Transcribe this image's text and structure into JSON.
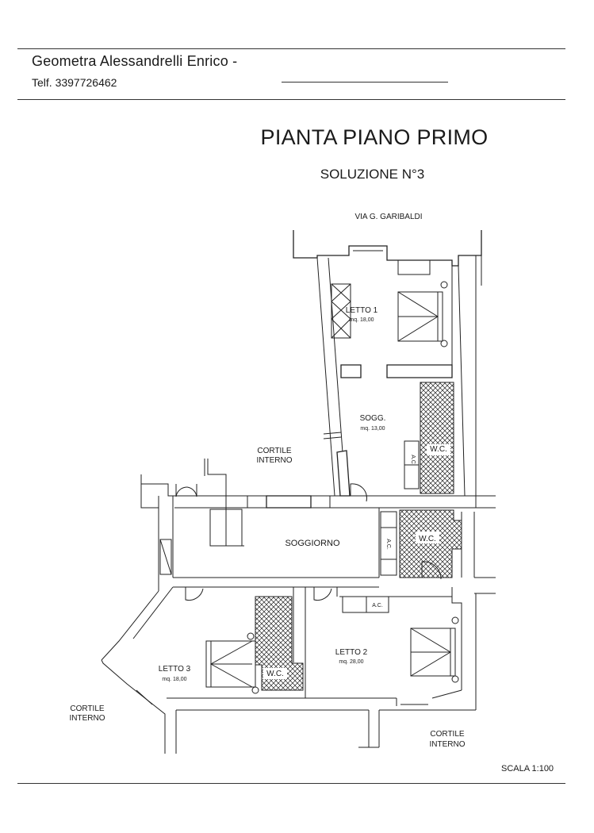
{
  "header": {
    "name": "Geometra Alessandrelli Enrico -",
    "phone": "Telf. 3397726462"
  },
  "title": "PIANTA PIANO PRIMO",
  "subtitle": "SOLUZIONE N°3",
  "street": "VIA G. GARIBALDI",
  "courtyards": {
    "top": [
      "CORTILE",
      "INTERNO"
    ],
    "left": [
      "CORTILE",
      "INTERNO"
    ],
    "bottom": [
      "CORTILE",
      "INTERNO"
    ]
  },
  "rooms": {
    "letto1": {
      "name": "LETTO 1",
      "area": "mq. 18,00"
    },
    "sogg": {
      "name": "SOGG.",
      "area": "mq. 13,00"
    },
    "soggiorno": {
      "name": "SOGGIORNO"
    },
    "letto2": {
      "name": "LETTO 2",
      "area": "mq. 28,00"
    },
    "letto3": {
      "name": "LETTO 3",
      "area": "mq. 18,00"
    },
    "wc_label": "W.C.",
    "ac_label": "A.C."
  },
  "scale": "SCALA 1:100",
  "colors": {
    "ink": "#222222",
    "paper": "#ffffff"
  }
}
